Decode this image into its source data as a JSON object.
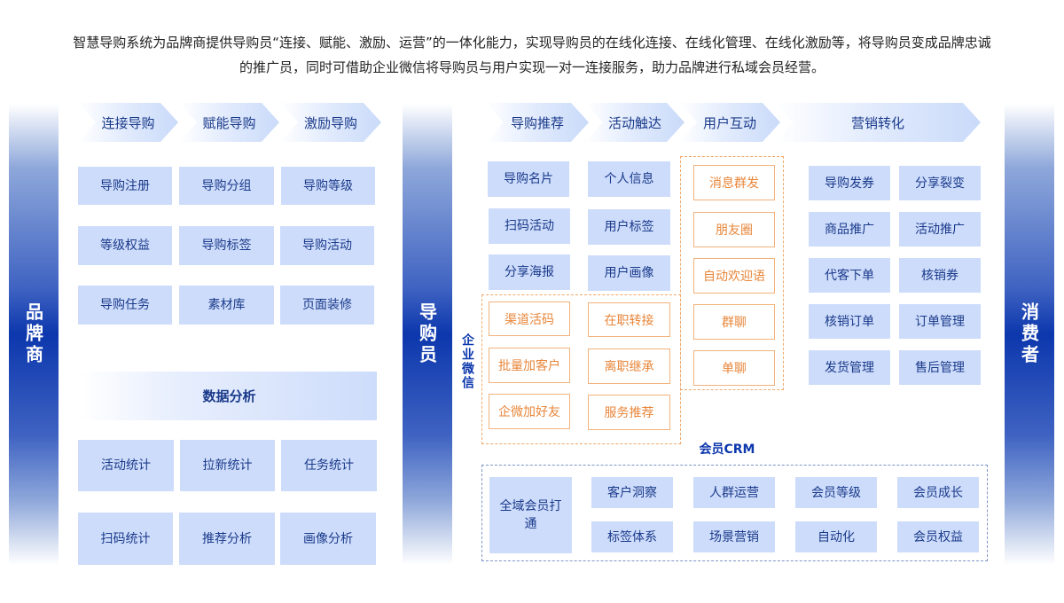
{
  "intro": {
    "line1": "智慧导购系统为品牌商提供导购员“连接、赋能、激励、运营”的一体化能力，实现导购员的在线化连接、在线化管理、在线化激励等，将导购员变成品牌忠诚",
    "line2": "的推广员，同时可借助企业微信将导购员与用户实现一对一连接服务，助力品牌进行私域会员经营。"
  },
  "pillars": {
    "brand": "品牌商",
    "guide": "导购员",
    "consumer": "消费者"
  },
  "brand_section": {
    "stages": [
      "连接导购",
      "赋能导购",
      "激励导购"
    ],
    "features": [
      "导购注册",
      "导购分组",
      "导购等级",
      "等级权益",
      "导购标签",
      "导购活动",
      "导购任务",
      "素材库",
      "页面装修"
    ],
    "analytics_title": "数据分析",
    "analytics": [
      "活动统计",
      "拉新统计",
      "任务统计",
      "扫码统计",
      "推荐分析",
      "画像分析"
    ]
  },
  "guide_section": {
    "stages": [
      "导购推荐",
      "活动触达",
      "用户互动",
      "营销转化"
    ],
    "recommend": [
      "导购名片",
      "个人信息",
      "扫码活动",
      "用户标签",
      "分享海报",
      "用户画像"
    ],
    "wecom_label": "企业微信",
    "wecom": [
      "渠道活码",
      "在职转接",
      "批量加客户",
      "离职继承",
      "企微加好友",
      "服务推荐"
    ],
    "interaction": [
      "消息群发",
      "朋友圈",
      "自动欢迎语",
      "群聊",
      "单聊"
    ],
    "conversion": [
      "导购发券",
      "分享裂变",
      "商品推广",
      "活动推广",
      "代客下单",
      "核销券",
      "核销订单",
      "订单管理",
      "发货管理",
      "售后管理"
    ],
    "crm_title": "会员CRM",
    "crm_main": "全域会员打通",
    "crm": [
      "客户洞察",
      "人群运营",
      "会员等级",
      "会员成长",
      "标签体系",
      "场景营销",
      "自动化",
      "会员权益"
    ]
  }
}
